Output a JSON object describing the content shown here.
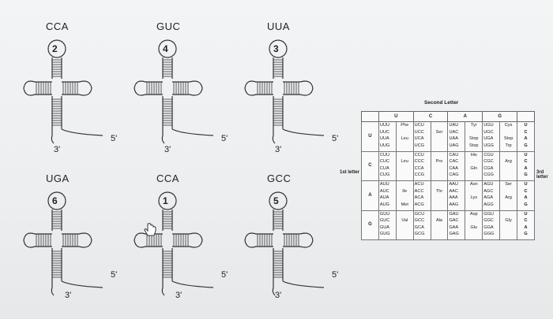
{
  "trnas": [
    {
      "anticodon": "CCA",
      "number": "2",
      "end3": "3'",
      "end5": "5'"
    },
    {
      "anticodon": "GUC",
      "number": "4",
      "end3": "3'",
      "end5": "5'"
    },
    {
      "anticodon": "UUA",
      "number": "3",
      "end3": "3'",
      "end5": "5'"
    },
    {
      "anticodon": "UGA",
      "number": "6",
      "end3": "3'",
      "end5": "5'"
    },
    {
      "anticodon": "CCA",
      "number": "1",
      "end3": "3'",
      "end5": "5'"
    },
    {
      "anticodon": "GCC",
      "number": "5",
      "end3": "3'",
      "end5": "5'"
    }
  ],
  "codon_table": {
    "title": "Second Letter",
    "first_label": "1st letter",
    "third_label": "3rd letter",
    "second_letters": [
      "U",
      "C",
      "A",
      "G"
    ],
    "rows": [
      {
        "first": "U",
        "third": [
          "U",
          "C",
          "A",
          "G"
        ],
        "cols": [
          {
            "codons": [
              "UUU",
              "UUC",
              "UUA",
              "UUG"
            ],
            "aa": [
              "Phe",
              "",
              "Leu",
              ""
            ]
          },
          {
            "codons": [
              "UCU",
              "UCC",
              "UCA",
              "UCG"
            ],
            "aa": [
              "",
              "Ser",
              "",
              ""
            ]
          },
          {
            "codons": [
              "UAU",
              "UAC",
              "UAA",
              "UAG"
            ],
            "aa": [
              "Tyr",
              "",
              "Stop",
              "Stop"
            ]
          },
          {
            "codons": [
              "UGU",
              "UGC",
              "UGA",
              "UGG"
            ],
            "aa": [
              "Cys",
              "",
              "Stop",
              "Trp"
            ]
          }
        ]
      },
      {
        "first": "C",
        "third": [
          "U",
          "C",
          "A",
          "G"
        ],
        "cols": [
          {
            "codons": [
              "CUU",
              "CUC",
              "CUA",
              "CUG"
            ],
            "aa": [
              "",
              "Leu",
              "",
              ""
            ]
          },
          {
            "codons": [
              "CCU",
              "CCC",
              "CCA",
              "CCG"
            ],
            "aa": [
              "",
              "Pro",
              "",
              ""
            ]
          },
          {
            "codons": [
              "CAU",
              "CAC",
              "CAA",
              "CAG"
            ],
            "aa": [
              "His",
              "",
              "Gln",
              ""
            ]
          },
          {
            "codons": [
              "CGU",
              "CGC",
              "CGA",
              "CGG"
            ],
            "aa": [
              "",
              "Arg",
              "",
              ""
            ]
          }
        ]
      },
      {
        "first": "A",
        "third": [
          "U",
          "C",
          "A",
          "G"
        ],
        "cols": [
          {
            "codons": [
              "AUU",
              "AUC",
              "AUA",
              "AUG"
            ],
            "aa": [
              "",
              "Ile",
              "",
              "Met"
            ]
          },
          {
            "codons": [
              "ACU",
              "ACC",
              "ACA",
              "ACG"
            ],
            "aa": [
              "",
              "Thr",
              "",
              ""
            ]
          },
          {
            "codons": [
              "AAU",
              "AAC",
              "AAA",
              "AAG"
            ],
            "aa": [
              "Asn",
              "",
              "Lys",
              ""
            ]
          },
          {
            "codons": [
              "AGU",
              "AGC",
              "AGA",
              "AGG"
            ],
            "aa": [
              "Ser",
              "",
              "Arg",
              ""
            ]
          }
        ]
      },
      {
        "first": "G",
        "third": [
          "U",
          "C",
          "A",
          "G"
        ],
        "cols": [
          {
            "codons": [
              "GUU",
              "GUC",
              "GUA",
              "GUG"
            ],
            "aa": [
              "",
              "Val",
              "",
              ""
            ]
          },
          {
            "codons": [
              "GCU",
              "GCC",
              "GCA",
              "GCG"
            ],
            "aa": [
              "",
              "Ala",
              "",
              ""
            ]
          },
          {
            "codons": [
              "GAU",
              "GAC",
              "GAA",
              "GAG"
            ],
            "aa": [
              "Asp",
              "",
              "Glu",
              ""
            ]
          },
          {
            "codons": [
              "GGU",
              "GGC",
              "GGA",
              "GGG"
            ],
            "aa": [
              "",
              "Gly",
              "",
              ""
            ]
          }
        ]
      }
    ]
  },
  "cursor_icon": "hand-cursor-icon"
}
